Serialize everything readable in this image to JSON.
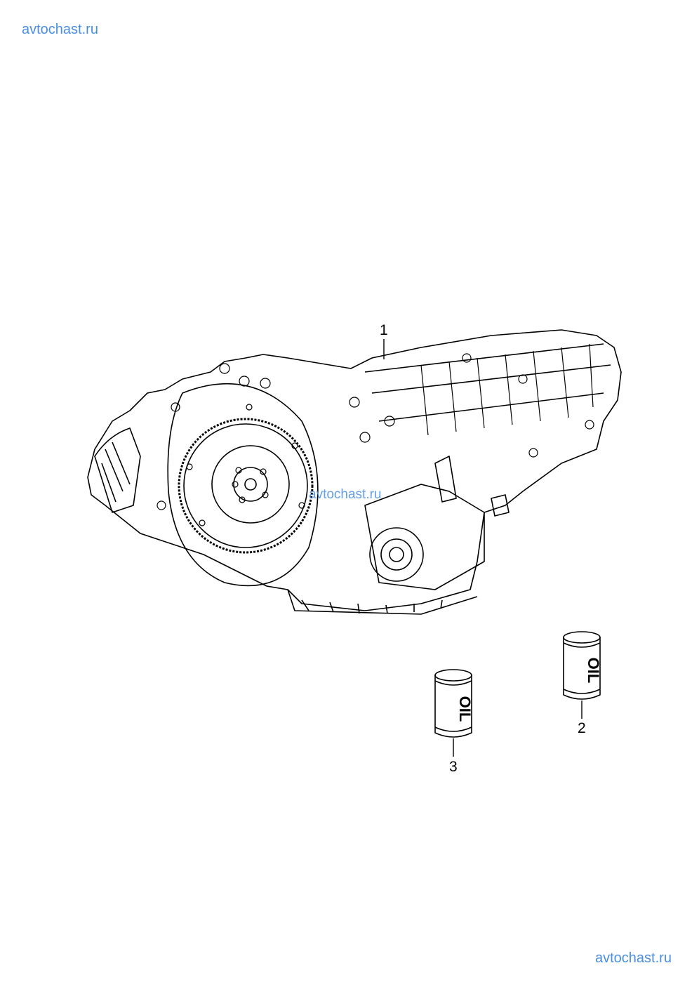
{
  "watermarks": {
    "top": "avtochast.ru",
    "middle": "avtochast.ru",
    "bottom": "avtochast.ru"
  },
  "parts": [
    {
      "number": "1",
      "name": "automatic-transmission"
    },
    {
      "number": "2",
      "name": "oil-can"
    },
    {
      "number": "3",
      "name": "oil-can"
    }
  ],
  "can_label": "OIL"
}
